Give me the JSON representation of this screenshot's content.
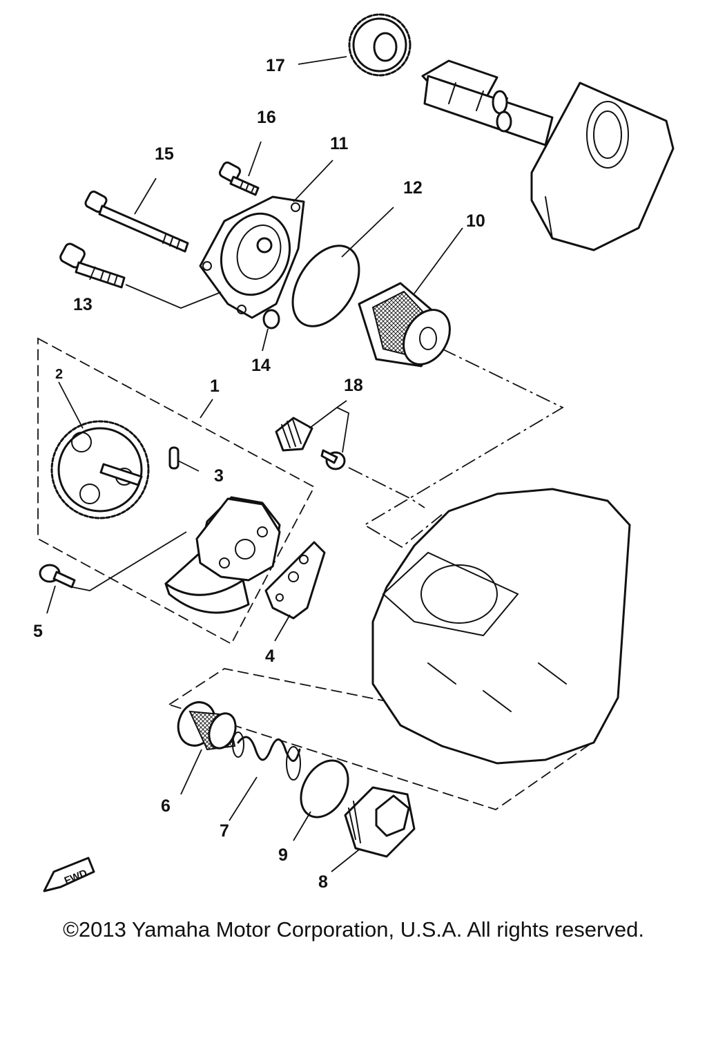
{
  "diagram": {
    "part_labels": {
      "p1": "1",
      "p2": "2",
      "p3": "3",
      "p4": "4",
      "p5": "5",
      "p6": "6",
      "p7": "7",
      "p8": "8",
      "p9": "9",
      "p10": "10",
      "p11": "11",
      "p12": "12",
      "p13": "13",
      "p14": "14",
      "p15": "15",
      "p16": "16",
      "p17": "17",
      "p18": "18"
    },
    "direction_marker": "FWD"
  },
  "footer": {
    "copyright": "©2013 Yamaha Motor Corporation, U.S.A. All rights reserved."
  }
}
